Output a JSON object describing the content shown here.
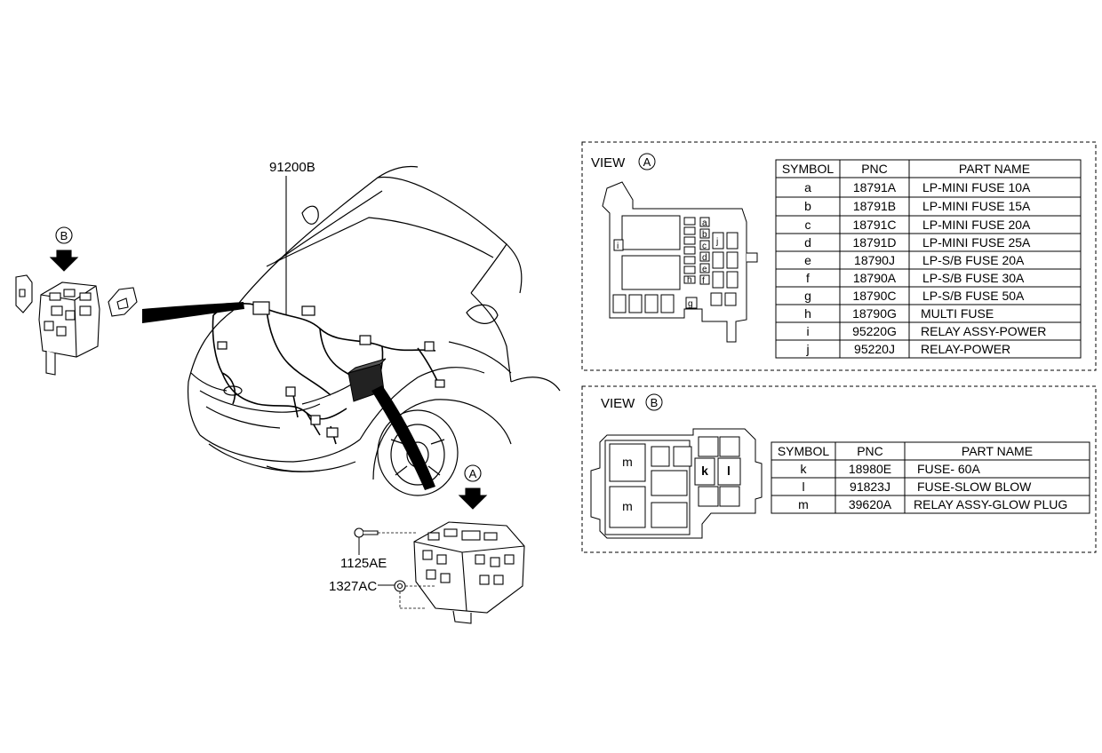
{
  "part_labels": {
    "harness": "91200B",
    "bolt": "1125AE",
    "nut": "1327AC"
  },
  "callouts": {
    "a": "A",
    "b": "B"
  },
  "view_a": {
    "title": "VIEW",
    "circle": "A",
    "headers": [
      "SYMBOL",
      "PNC",
      "PART NAME"
    ],
    "rows": [
      [
        "a",
        "18791A",
        "LP-MINI FUSE 10A"
      ],
      [
        "b",
        "18791B",
        "LP-MINI FUSE 15A"
      ],
      [
        "c",
        "18791C",
        "LP-MINI FUSE 20A"
      ],
      [
        "d",
        "18791D",
        "LP-MINI FUSE 25A"
      ],
      [
        "e",
        "18790J",
        "LP-S/B FUSE 20A"
      ],
      [
        "f",
        "18790A",
        "LP-S/B FUSE 30A"
      ],
      [
        "g",
        "18790C",
        "LP-S/B FUSE 50A"
      ],
      [
        "h",
        "18790G",
        "MULTI FUSE"
      ],
      [
        "i",
        "95220G",
        "RELAY ASSY-POWER"
      ],
      [
        "j",
        "95220J",
        "RELAY-POWER"
      ]
    ],
    "box_marks": [
      "a",
      "b",
      "c",
      "d",
      "e",
      "f",
      "g",
      "h",
      "i",
      "j"
    ]
  },
  "view_b": {
    "title": "VIEW",
    "circle": "B",
    "headers": [
      "SYMBOL",
      "PNC",
      "PART NAME"
    ],
    "rows": [
      [
        "k",
        "18980E",
        "FUSE- 60A"
      ],
      [
        "l",
        "91823J",
        "FUSE-SLOW BLOW"
      ],
      [
        "m",
        "39620A",
        "RELAY ASSY-GLOW PLUG"
      ]
    ],
    "box_marks": [
      "m",
      "m",
      "k",
      "l"
    ]
  }
}
